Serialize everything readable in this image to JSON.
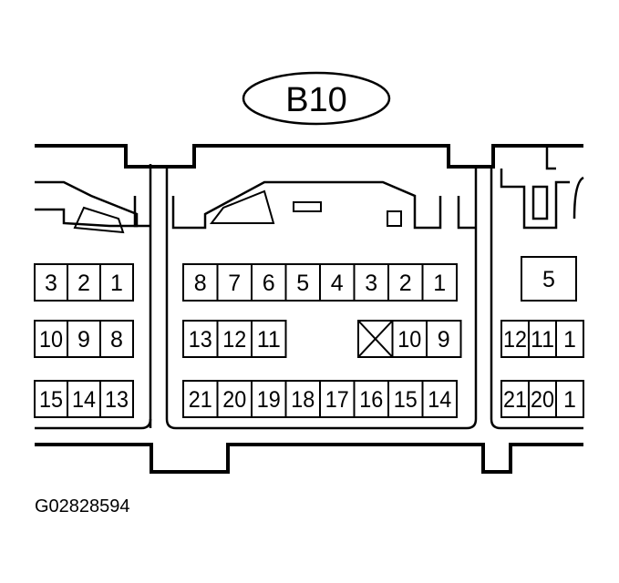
{
  "connector": {
    "name": "B10"
  },
  "figure_id": "G02828594",
  "left_partial": {
    "row1": [
      "3",
      "2",
      "1"
    ],
    "row2": [
      "10",
      "9",
      "8"
    ],
    "row3": [
      "15",
      "14",
      "13"
    ]
  },
  "main": {
    "row1": [
      "8",
      "7",
      "6",
      "5",
      "4",
      "3",
      "2",
      "1"
    ],
    "row2_left": [
      "13",
      "12",
      "11"
    ],
    "row2_right": [
      "10",
      "9"
    ],
    "row3": [
      "21",
      "20",
      "19",
      "18",
      "17",
      "16",
      "15",
      "14"
    ]
  },
  "right_partial": {
    "row1": [
      "5"
    ],
    "row2": [
      "12",
      "11",
      "1"
    ],
    "row3": [
      "21",
      "20",
      "1"
    ]
  }
}
